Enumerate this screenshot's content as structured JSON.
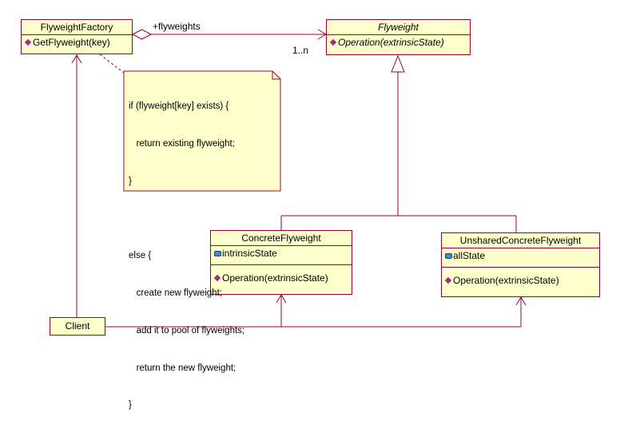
{
  "classes": {
    "factory": {
      "name": "FlyweightFactory",
      "operations": [
        "GetFlyweight(key)"
      ]
    },
    "flyweight": {
      "name": "Flyweight",
      "operations": [
        "Operation(extrinsicState)"
      ]
    },
    "concrete": {
      "name": "ConcreteFlyweight",
      "attributes": [
        "intrinsicState"
      ],
      "operations": [
        "Operation(extrinsicState)"
      ]
    },
    "unshared": {
      "name": "UnsharedConcreteFlyweight",
      "attributes": [
        "allState"
      ],
      "operations": [
        "Operation(extrinsicState)"
      ]
    },
    "client": {
      "name": "Client"
    }
  },
  "association": {
    "role": "+flyweights",
    "multiplicity": "1..n"
  },
  "note": {
    "lines": [
      "if (flyweight[key] exists) {",
      "   return existing flyweight;",
      "}",
      "",
      "else {",
      "   create new flyweight;",
      "   add it to pool of flyweights;",
      "   return the new flyweight;",
      "}"
    ]
  },
  "colors": {
    "border": "#990033",
    "fill": "#ffffcc",
    "line": "#990033"
  }
}
